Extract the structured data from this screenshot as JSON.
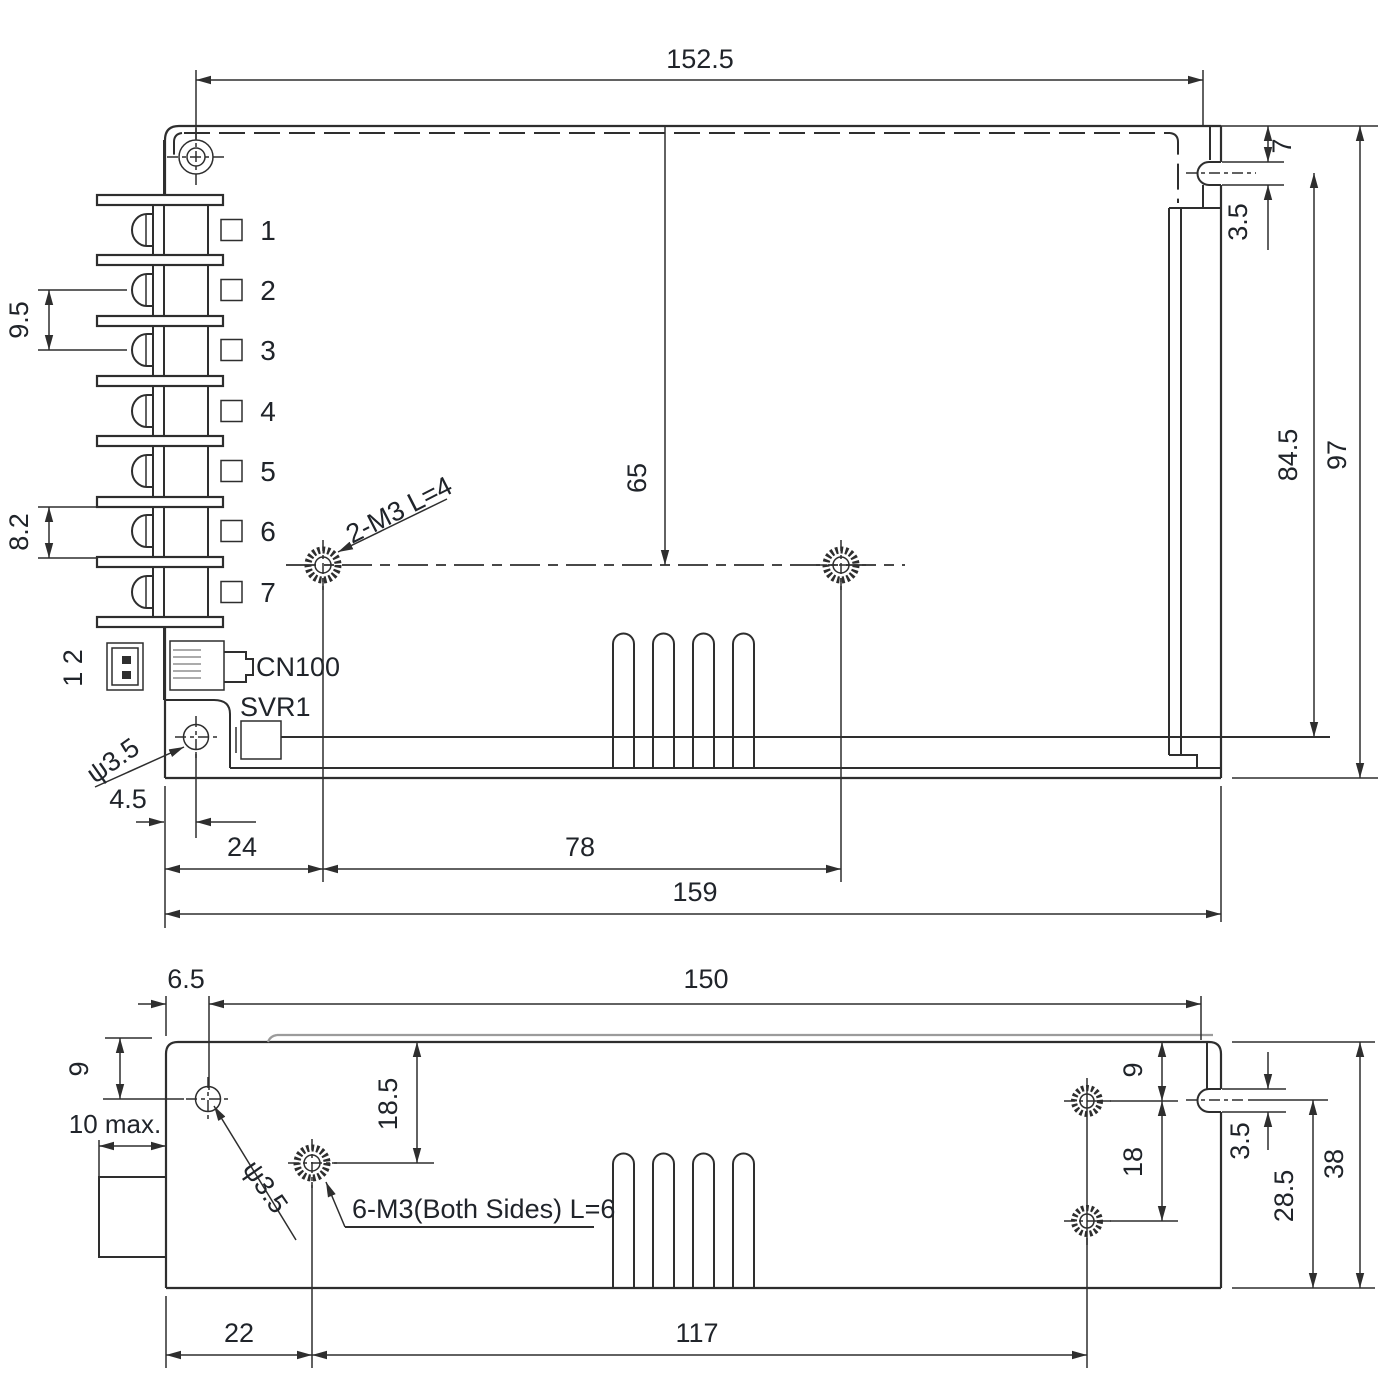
{
  "drawing_type": "mechanical dimension drawing (power supply enclosure, two views)",
  "colors": {
    "line": "#2e2e2e",
    "text": "#20242a",
    "cover_line": "#9b9b9b",
    "background": "#ffffff"
  },
  "top_view": {
    "terminal_numbers": [
      "1",
      "2",
      "3",
      "4",
      "5",
      "6",
      "7"
    ],
    "labels": {
      "connector": "CN100",
      "trimmer": "SVR1",
      "pin_markers": "1 2",
      "mounting_note": "2-M3 L=4",
      "hole_diameter": "ψ3.5"
    },
    "dims": {
      "top_width": "152.5",
      "flange_offset": "7",
      "slot_width": "3.5",
      "center_height": "65",
      "terminal_pitch_a": "9.5",
      "terminal_pitch_b": "8.2",
      "inner_height": "84.5",
      "overall_height": "97",
      "hole_edge_offset": "4.5",
      "hole_left_span": "24",
      "hole_span": "78",
      "overall_width": "159"
    }
  },
  "bottom_view": {
    "labels": {
      "mounting_note": "6-M3(Both Sides) L=6",
      "hole_diameter": "ψ3.5"
    },
    "dims": {
      "edge_to_hole": "6.5",
      "top_width": "150",
      "hole_top_offset": "9",
      "protrusion_depth": "10 max.",
      "hole_depth": "18.5",
      "right_hole_offset": "9",
      "right_hole_pitch": "18",
      "slot_width": "3.5",
      "slot_to_bottom": "28.5",
      "overall_height": "38",
      "hole_left_span": "22",
      "hole_bottom_span": "117"
    }
  }
}
